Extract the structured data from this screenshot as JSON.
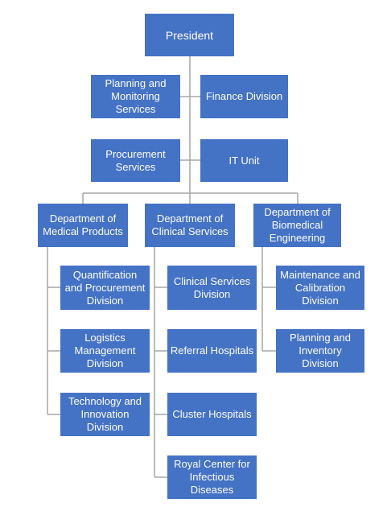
{
  "colors": {
    "box_fill": "#4472c4",
    "box_text": "#ffffff",
    "connector": "#a5a5a5"
  },
  "nodes": {
    "president": "President",
    "planning": "Planning and\nMonitoring\nServices",
    "finance": "Finance Division",
    "procurement": "Procurement\nServices",
    "it": "IT Unit",
    "medical_products": "Department of\nMedical Products",
    "clinical_services": "Department of\nClinical Services",
    "biomedical": "Department of\nBiomedical\nEngineering",
    "quantification": "Quantification\nand Procurement\nDivision",
    "logistics": "Logistics\nManagement\nDivision",
    "technology": "Technology and\nInnovation\nDivision",
    "clinical_division": "Clinical Services\nDivision",
    "referral": "Referral Hospitals",
    "cluster": "Cluster Hospitals",
    "royal": "Royal Center for\nInfectious\nDiseases",
    "maintenance": "Maintenance and\nCalibration\nDivision",
    "inventory": "Planning and\nInventory\nDivision"
  }
}
